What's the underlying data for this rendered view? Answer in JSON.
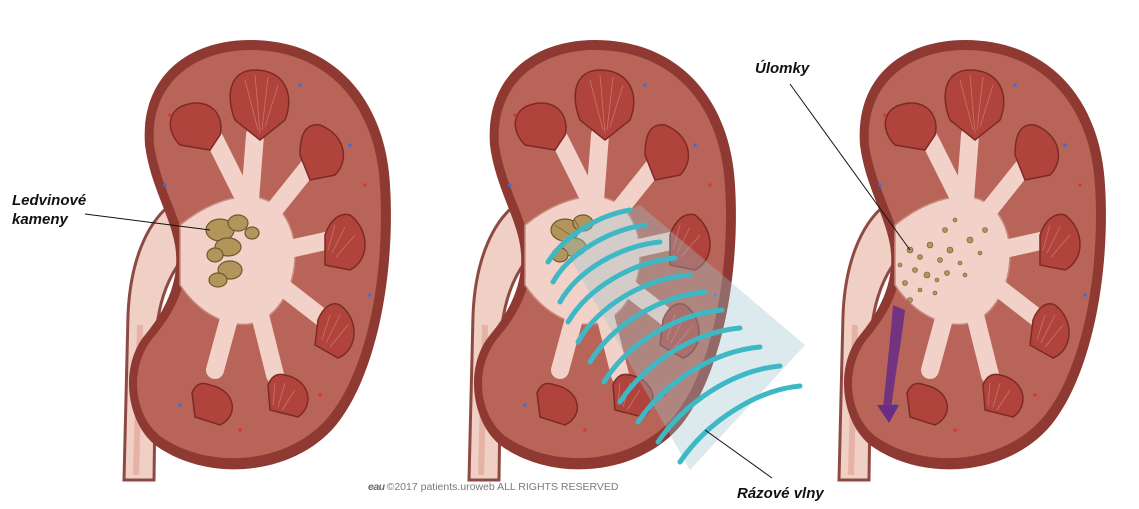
{
  "labels": {
    "kidney_stones_line1": "Ledvinové",
    "kidney_stones_line2": "kameny",
    "fragments": "Úlomky",
    "shock_waves": "Rázové vlny"
  },
  "copyright": {
    "logo": "eau",
    "text": "©2017 patients.uroweb ALL RIGHTS RESERVED"
  },
  "colors": {
    "cortex": "#b86458",
    "capsule": "#8e3a33",
    "pyramid": "#b0443c",
    "pelvis": "#f2d2c8",
    "stone": "#b2955a",
    "wave": "#3fb8c6",
    "urine_flow": "#6a2d86"
  }
}
